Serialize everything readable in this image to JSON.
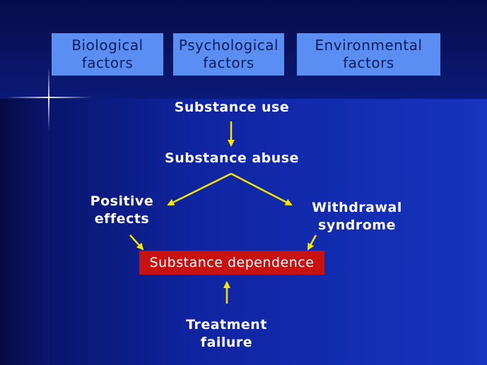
{
  "factors": {
    "biological": "Biological\nfactors",
    "psychological": "Psychological\nfactors",
    "environmental": "Environmental\nfactors"
  },
  "flow": {
    "substance_use": "Substance use",
    "substance_abuse": "Substance abuse",
    "positive_effects": "Positive\neffects",
    "withdrawal_syndrome": "Withdrawal\nsyndrome",
    "substance_dependence": "Substance dependence",
    "treatment_failure": "Treatment\nfailure"
  },
  "colors": {
    "factor_box": "#5b8ef2",
    "dependence_box": "#c81212",
    "arrow": "#f5e600",
    "text": "#ffffff"
  }
}
